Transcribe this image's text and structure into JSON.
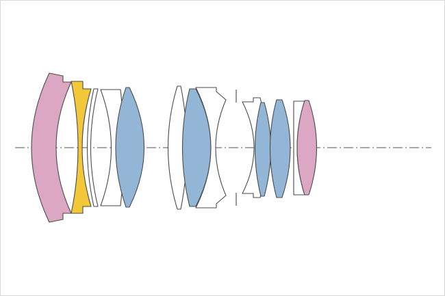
{
  "diagram": {
    "type": "optical-lens-cross-section",
    "colors": {
      "pink": "#dba7c3",
      "yellow": "#f2c73a",
      "blue": "#93b6d6",
      "white": "#ffffff",
      "outline": "#4a4a4a",
      "axis": "#555555",
      "border": "#d7d7d7"
    },
    "elements": [
      {
        "id": "lens-1",
        "fill": "pink"
      },
      {
        "id": "lens-2",
        "fill": "yellow"
      },
      {
        "id": "lens-3",
        "fill": "white"
      },
      {
        "id": "lens-4",
        "fill": "white"
      },
      {
        "id": "lens-5",
        "fill": "blue"
      },
      {
        "id": "lens-6",
        "fill": "white"
      },
      {
        "id": "lens-7",
        "fill": "blue"
      },
      {
        "id": "lens-8",
        "fill": "white"
      },
      {
        "id": "lens-9",
        "fill": "white"
      },
      {
        "id": "lens-10",
        "fill": "blue"
      },
      {
        "id": "lens-11",
        "fill": "blue"
      },
      {
        "id": "lens-12",
        "fill": "white"
      },
      {
        "id": "lens-13",
        "fill": "pink"
      }
    ],
    "has_optical_axis": true,
    "has_aperture_stop": true
  }
}
